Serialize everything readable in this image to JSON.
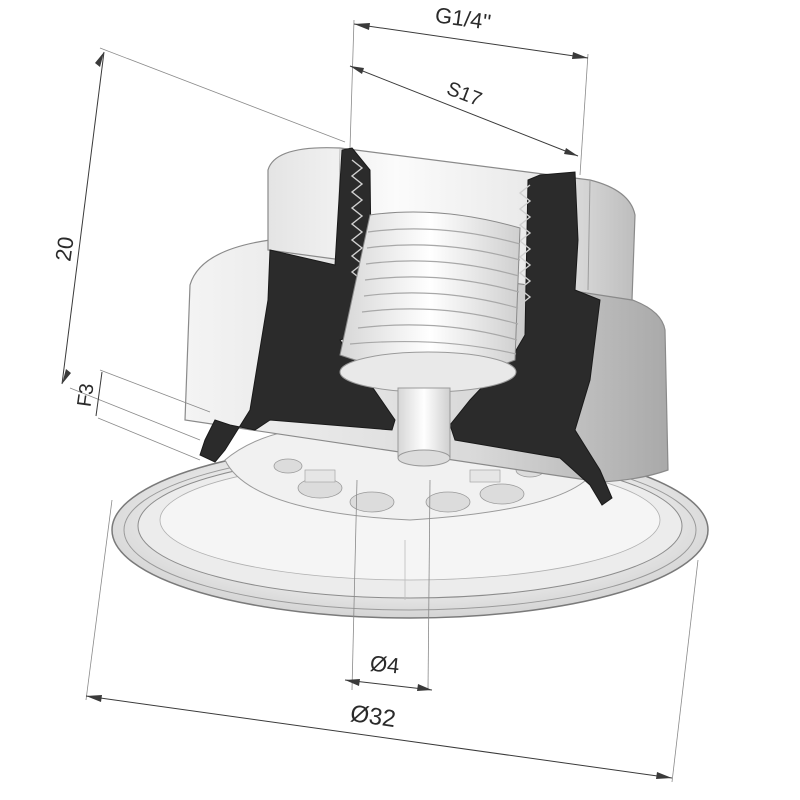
{
  "dimensions": {
    "thread": "G1/4''",
    "wrench": "S17",
    "height": "20",
    "stroke": "F3",
    "hole": "Ø4",
    "diameter": "Ø32"
  },
  "colors": {
    "section": "#2b2b2b",
    "body_light": "#f2f2f2",
    "body_shadow": "#cfcfcf",
    "line": "#3a3a3a"
  }
}
